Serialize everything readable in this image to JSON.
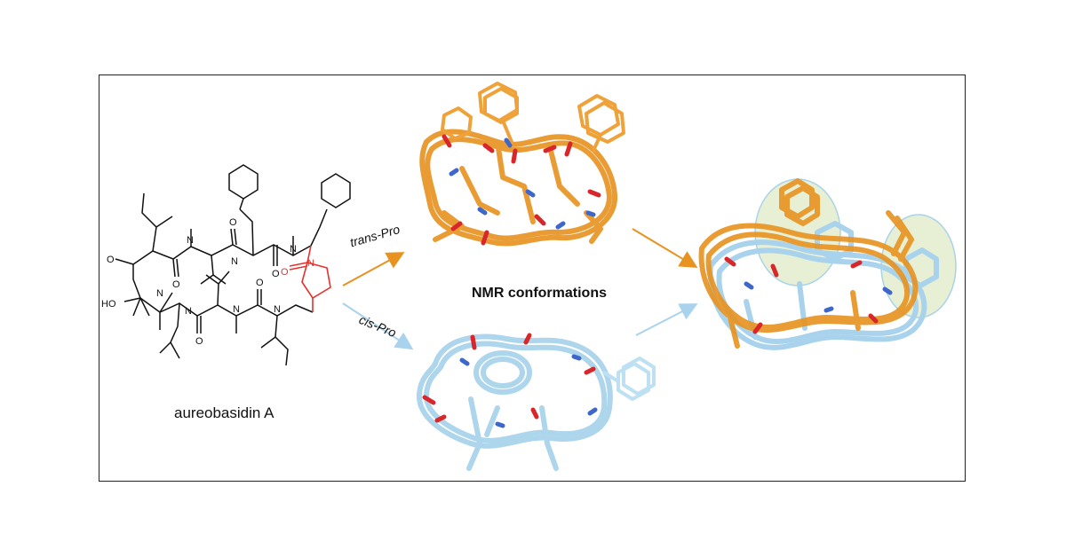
{
  "labels": {
    "molecule_name": "aureobasidin A",
    "nmr_title": "NMR conformations",
    "trans_arrow": "trans-Pro",
    "cis_arrow": "cis-Pro"
  },
  "atom_labels": {
    "nitrogen": "N",
    "oxygen": "O",
    "hydroxyl": "HO"
  },
  "colors": {
    "trans": "#e8921f",
    "cis": "#a9d3ec",
    "proline_highlight": "#e8302c",
    "oxygen": "#d8262a",
    "nitrogen": "#3f67c9",
    "ellipse_fill": "#e3edcd",
    "ellipse_stroke": "#9ccbe4"
  }
}
